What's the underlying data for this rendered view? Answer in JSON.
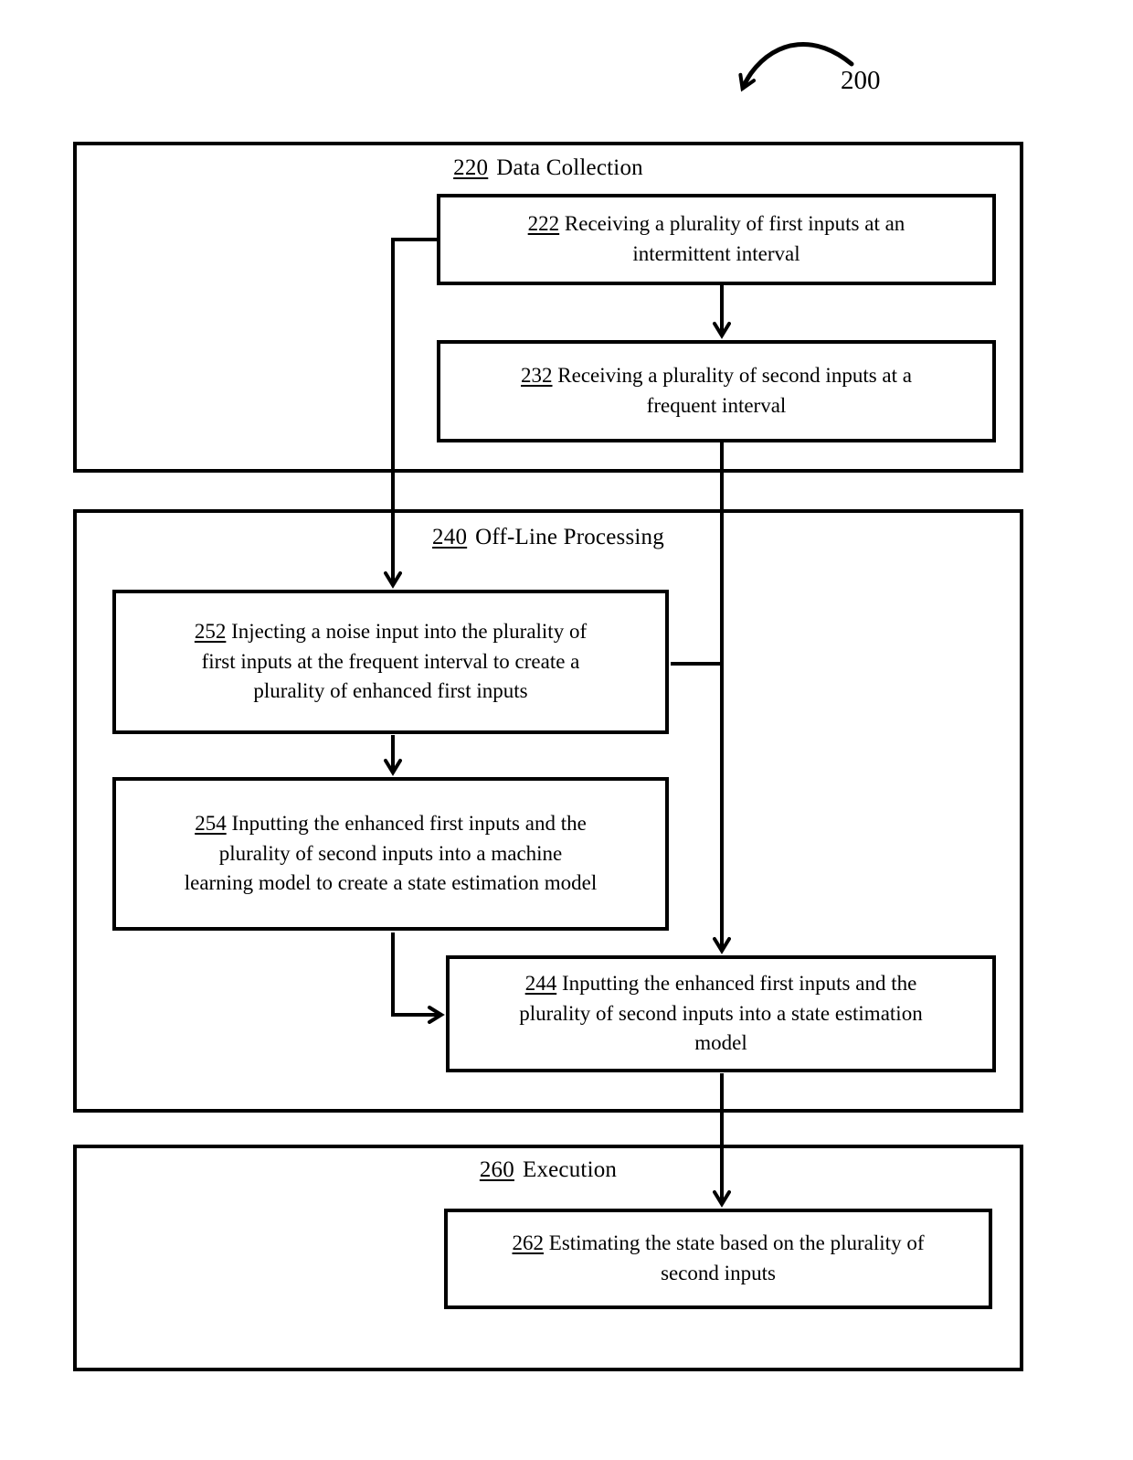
{
  "figure": {
    "ref_label": "200"
  },
  "sections": {
    "data_collection": {
      "num": "220",
      "title": "Data Collection"
    },
    "offline_processing": {
      "num": "240",
      "title": "Off-Line Processing"
    },
    "execution": {
      "num": "260",
      "title": "Execution"
    }
  },
  "steps": {
    "s222": {
      "num": "222",
      "text": "Receiving a plurality of first inputs at an\nintermittent interval"
    },
    "s232": {
      "num": "232",
      "text": "Receiving a plurality of second inputs at a\nfrequent interval"
    },
    "s252": {
      "num": "252",
      "text": "Injecting a noise input into the plurality of\nfirst inputs at the frequent interval to create a\nplurality of enhanced first inputs"
    },
    "s254": {
      "num": "254",
      "text": "Inputting the enhanced first inputs and the\nplurality of second inputs into a machine\nlearning model to create a state estimation model"
    },
    "s244": {
      "num": "244",
      "text": "Inputting the enhanced first inputs and the\nplurality of second inputs into a state estimation\nmodel"
    },
    "s262": {
      "num": "262",
      "text": "Estimating the state based on the plurality of\nsecond inputs"
    }
  },
  "edges": [
    {
      "from": "222",
      "to": "232"
    },
    {
      "from": "222",
      "to": "252"
    },
    {
      "from": "232",
      "to": "244"
    },
    {
      "from": "252",
      "to": "244"
    },
    {
      "from": "252",
      "to": "254"
    },
    {
      "from": "254",
      "to": "244"
    },
    {
      "from": "244",
      "to": "262"
    }
  ],
  "colors": {
    "line": "#000000",
    "background": "#ffffff"
  }
}
